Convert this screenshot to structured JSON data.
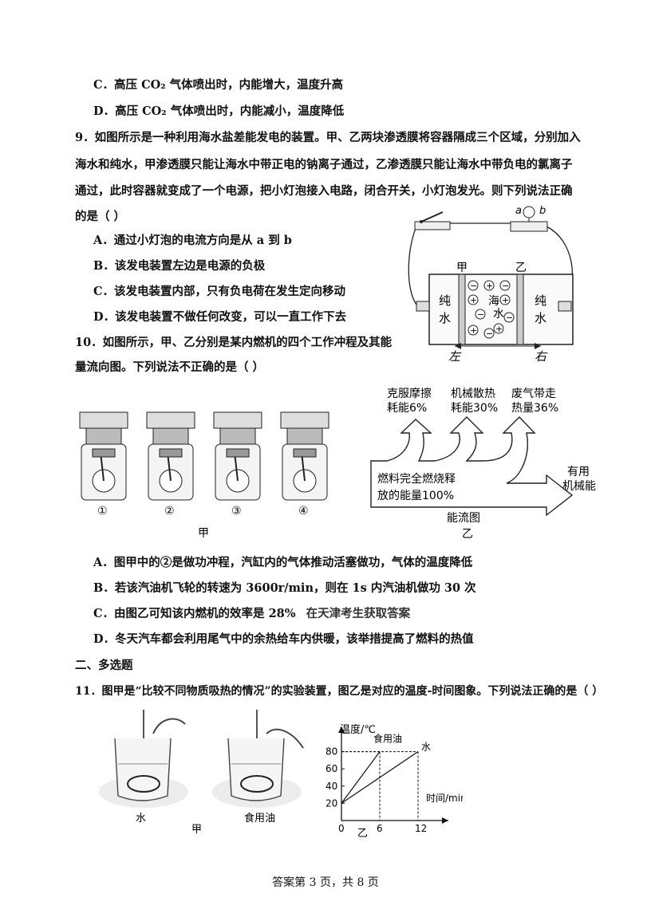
{
  "q8": {
    "optC": "C．高压 CO₂ 气体喷出时，内能增大，温度升高",
    "optD": "D．高压 CO₂ 气体喷出时，内能减小，温度降低"
  },
  "q9": {
    "line1": "9．如图所示是一种利用海水盐差能发电的装置。甲、乙两块渗透膜将容器隔成三个区域，分别加入",
    "line2": "海水和纯水，甲渗透膜只能让海水中带正电的钠离子通过，乙渗透膜只能让海水中带负电的氯离子",
    "line3": "通过，此时容器就变成了一个电源，把小灯泡接入电路，闭合开关，小灯泡发光。则下列说法正确",
    "line4": "的是（    ）",
    "optA": "A．通过小灯泡的电流方向是从 a 到 b",
    "optB": "B．该发电装置左边是电源的负极",
    "optC": "C．该发电装置内部，只有负电荷在发生定向移动",
    "optD": "D．该发电装置不做任何改变，可以一直工作下去",
    "fig": {
      "label_a": "a",
      "label_b": "b",
      "jia": "甲",
      "yi": "乙",
      "left_top": "纯",
      "left_bot": "水",
      "mid_top": "海",
      "mid_bot": "水",
      "right_top": "纯",
      "right_bot": "水",
      "zuo": "左",
      "you": "右"
    }
  },
  "q10": {
    "line1": "10．如图所示，甲、乙分别是某内燃机的四个工作冲程及其能",
    "line2": "量流向图。下列说法不正确的是（    ）",
    "strokes": [
      "①",
      "②",
      "③",
      "④"
    ],
    "jia_caption": "甲",
    "flow": {
      "loss1_a": "克服摩擦",
      "loss1_b": "耗能6%",
      "loss2_a": "机械散热",
      "loss2_b": "耗能30%",
      "loss3_a": "废气带走",
      "loss3_b": "热量36%",
      "main_a": "燃料完全燃烧释",
      "main_b": "放的能量100%",
      "useful_a": "有用",
      "useful_b": "机械能",
      "title": "能流图",
      "caption": "乙"
    },
    "optA": "A．图甲中的②是做功冲程，汽缸内的气体推动活塞做功，气体的温度降低",
    "optB": "B．若该汽油机飞轮的转速为 3600r/min，则在 1s 内汽油机做功 30 次",
    "optC": "C．由图乙可知该内燃机的效率是 28%",
    "watermark": "在天津考生获取答案",
    "optD": "D．冬天汽车都会利用尾气中的余热给车内供暖，该举措提高了燃料的热值"
  },
  "section2": "二、多选题",
  "q11": {
    "line1": "11．图甲是“比较不同物质吸热的情况”的实验装置，图乙是对应的温度-时间图象。下列说法正确的是（      ）",
    "beaker1": "水",
    "beaker2": "食用油",
    "jia_caption": "甲",
    "graph_caption": "乙"
  },
  "chart_data": {
    "type": "line",
    "ylabel": "温度/℃",
    "xlabel": "时间/min",
    "x_ticks": [
      "0",
      "6",
      "12"
    ],
    "y_ticks": [
      "20",
      "40",
      "60",
      "80"
    ],
    "xlim": [
      0,
      14
    ],
    "ylim": [
      0,
      100
    ],
    "series": [
      {
        "name": "食用油",
        "x": [
          0,
          6
        ],
        "y": [
          20,
          80
        ]
      },
      {
        "name": "水",
        "x": [
          0,
          12
        ],
        "y": [
          20,
          80
        ]
      }
    ]
  },
  "footer": "答案第 3 页，共 8 页"
}
